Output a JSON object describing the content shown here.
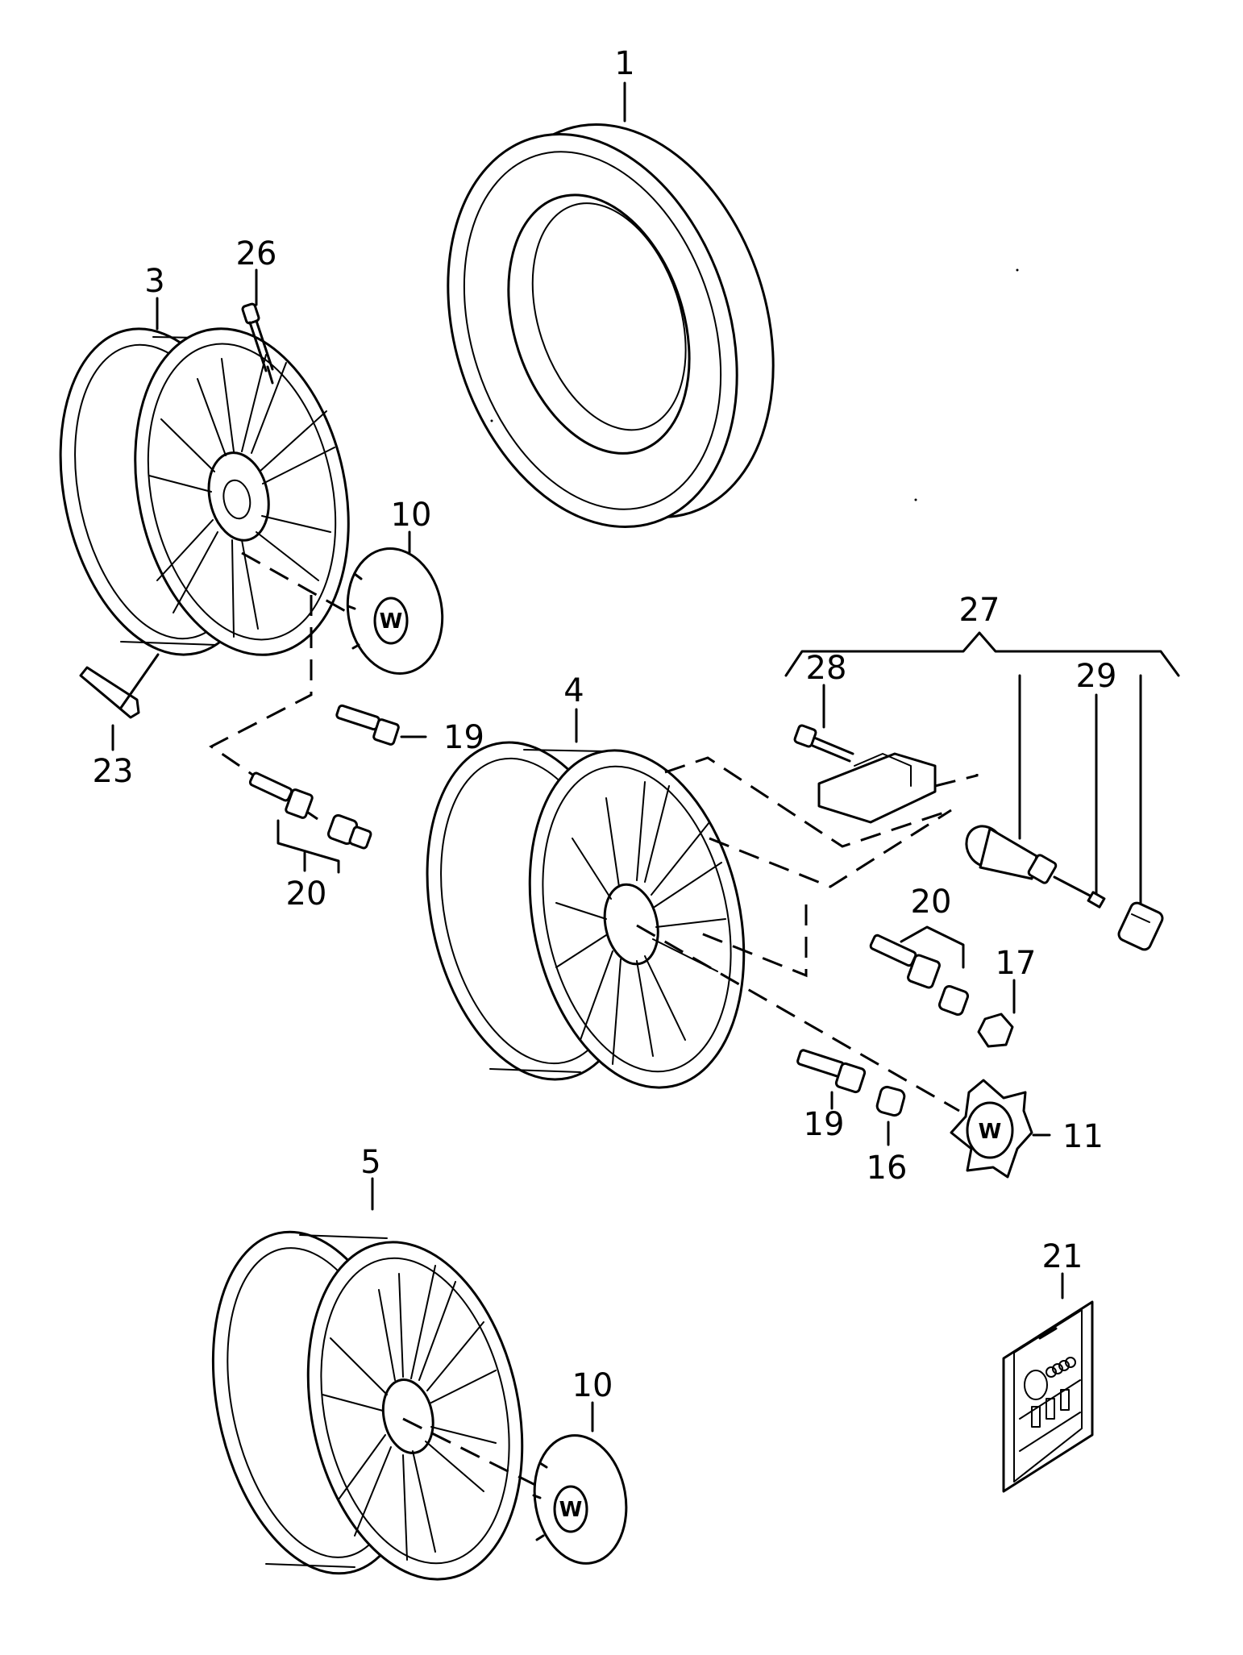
{
  "callouts": {
    "c1": "1",
    "c3": "3",
    "c26": "26",
    "c10_upper": "10",
    "c23": "23",
    "c19_upper": "19",
    "c20_upper": "20",
    "c4": "4",
    "c27": "27",
    "c28": "28",
    "c29": "29",
    "c20_right": "20",
    "c17": "17",
    "c19_lower": "19",
    "c16": "16",
    "c11": "11",
    "c5": "5",
    "c10_lower": "10",
    "c21": "21"
  },
  "icons": {
    "emblem": "vw-emblem-icon",
    "brand_mark": "four-rings-icon"
  }
}
